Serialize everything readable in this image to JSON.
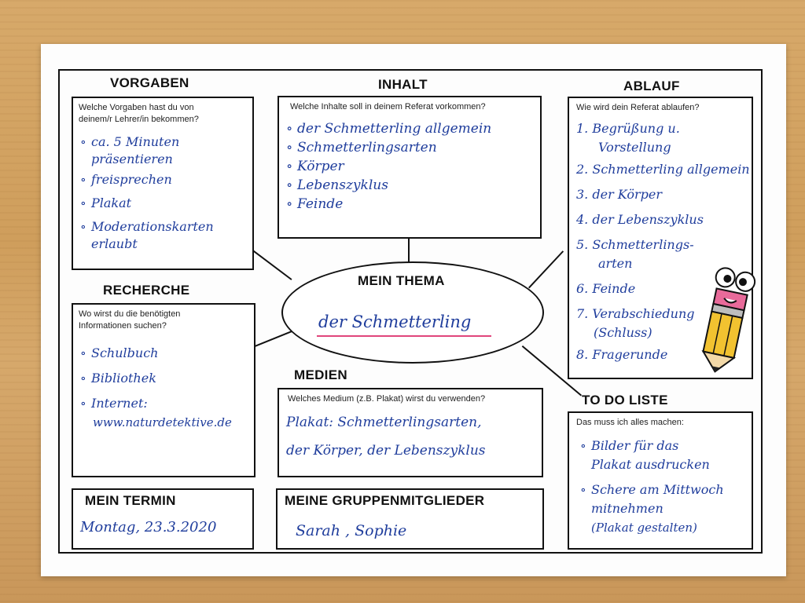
{
  "vorgaben": {
    "heading": "VORGABEN",
    "prompt_line1": "Welche Vorgaben hast du von",
    "prompt_line2": "deinem/r Lehrer/in bekommen?",
    "items": [
      "ca. 5 Minuten",
      "präsentieren",
      "freisprechen",
      "Plakat",
      "Moderationskarten",
      "erlaubt"
    ]
  },
  "inhalt": {
    "heading": "INHALT",
    "prompt": "Welche Inhalte soll in deinem Referat vorkommen?",
    "items": [
      "der Schmetterling allgemein",
      "Schmetterlingsarten",
      "Körper",
      "Lebenszyklus",
      "Feinde"
    ]
  },
  "ablauf": {
    "heading": "ABLAUF",
    "prompt": "Wie wird dein Referat ablaufen?",
    "items": [
      "1. Begrüßung u.",
      "Vorstellung",
      "2. Schmetterling allgemein",
      "3. der Körper",
      "4. der Lebenszyklus",
      "5. Schmetterlings-",
      "arten",
      "6. Feinde",
      "7. Verabschiedung",
      "(Schluss)",
      "8. Fragerunde"
    ]
  },
  "thema": {
    "heading": "MEIN THEMA",
    "value": "der Schmetterling"
  },
  "recherche": {
    "heading": "RECHERCHE",
    "prompt_line1": "Wo wirst du die benötigten",
    "prompt_line2": "Informationen suchen?",
    "items": [
      "Schulbuch",
      "Bibliothek",
      "Internet:",
      "www.naturdetektive.de"
    ]
  },
  "medien": {
    "heading": "MEDIEN",
    "prompt": "Welches Medium (z.B. Plakat) wirst du verwenden?",
    "line1": "Plakat: Schmetterlingsarten,",
    "line2": "der Körper, der Lebenszyklus"
  },
  "todo": {
    "heading": "TO DO LISTE",
    "prompt": "Das muss ich alles machen:",
    "items": [
      "Bilder für das",
      "Plakat ausdrucken",
      "Schere am Mittwoch",
      "mitnehmen",
      "(Plakat gestalten)"
    ]
  },
  "termin": {
    "heading": "MEIN TERMIN",
    "value": "Montag, 23.3.2020"
  },
  "gruppe": {
    "heading": "MEINE GRUPPENMITGLIEDER",
    "value": "Sarah , Sophie"
  },
  "bullet": "∘",
  "colors": {
    "ink": "#1f3d9c",
    "underline": "#e0457b",
    "pencil": "#f2c230"
  }
}
